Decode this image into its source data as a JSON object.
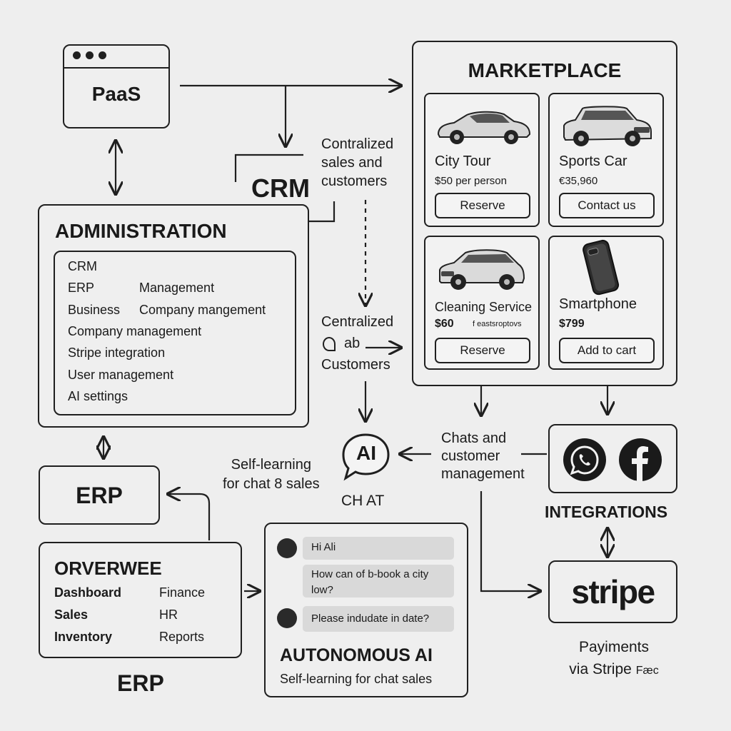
{
  "paas": {
    "title": "PaaS"
  },
  "crm": {
    "title": "CRM",
    "note": [
      "Contralized",
      "sales and",
      "customers"
    ]
  },
  "administration": {
    "title": "ADMINISTRATION",
    "rows": [
      [
        "CRM",
        ""
      ],
      [
        "ERP",
        "Management"
      ],
      [
        "Business",
        "Company mangement"
      ],
      [
        "Company management",
        ""
      ],
      [
        "Stripe integration",
        ""
      ],
      [
        "User management",
        ""
      ],
      [
        "AI settings",
        ""
      ]
    ]
  },
  "centralized": {
    "line1": "Centralized",
    "line2": "ab",
    "line3": "Customers"
  },
  "marketplace": {
    "title": "MARKETPLACE",
    "items": [
      {
        "title": "City Tour",
        "price": "$50 per person",
        "extra": "",
        "button": "Reserve",
        "icon": "sedan-car-icon"
      },
      {
        "title": "Sports Car",
        "price": "€35,960",
        "extra": "",
        "button": "Contact us",
        "icon": "suv-car-icon"
      },
      {
        "title": "Cleaning Service",
        "price": "$60",
        "extra": "f eastsroptovs",
        "button": "Reserve",
        "icon": "hatchback-car-icon"
      },
      {
        "title": "Smartphone",
        "price": "$799",
        "extra": "",
        "button": "Add to cart",
        "icon": "smartphone-icon"
      }
    ]
  },
  "ai_chat": {
    "icon_label": "AI",
    "label": "CH AT",
    "self_learning": [
      "Self-learning",
      "for chat 8 sales"
    ]
  },
  "chats": {
    "lines": [
      "Chats and",
      "customer",
      "management"
    ]
  },
  "integrations": {
    "title": "INTEGRATIONS",
    "icons": [
      "whatsapp-icon",
      "facebook-icon"
    ]
  },
  "erp_top": {
    "title": "ERP"
  },
  "overview": {
    "title": "ORVERWEE",
    "rows": [
      [
        "Dashboard",
        "Finance"
      ],
      [
        "Sales",
        "HR"
      ],
      [
        "Inventory",
        "Reports"
      ]
    ],
    "footer": "ERP"
  },
  "autonomous": {
    "messages": [
      "Hi Ali",
      "How can of b-book a city low?",
      "Please indudate in date?"
    ],
    "title": "AUTONOMOUS AI",
    "subtitle": "Self-learning for chat sales"
  },
  "stripe": {
    "logo": "stripe",
    "caption": [
      "Payiments",
      "via Stripe"
    ],
    "caption_tail": "Fæc"
  }
}
